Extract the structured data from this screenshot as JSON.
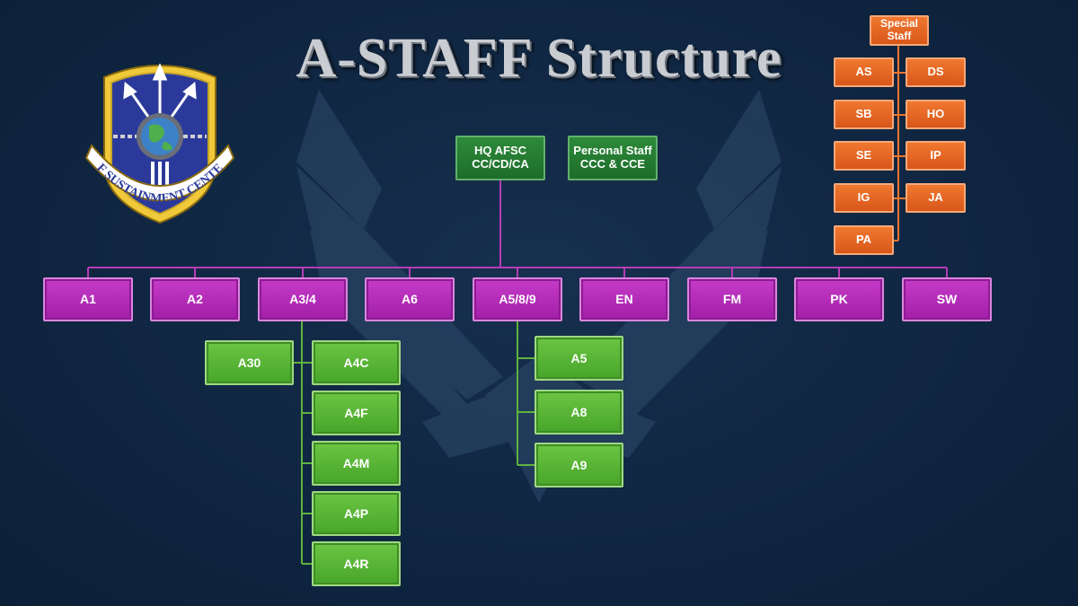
{
  "title": "A-STAFF Structure",
  "emblem": {
    "text": "AF SUSTAINMENT CENTER"
  },
  "hq": {
    "line1": "HQ AFSC",
    "line2": "CC/CD/CA"
  },
  "personal_staff": {
    "line1": "Personal Staff",
    "line2": "CCC & CCE"
  },
  "directorates": [
    "A1",
    "A2",
    "A3/4",
    "A6",
    "A5/8/9",
    "EN",
    "FM",
    "PK",
    "SW"
  ],
  "a34_children": {
    "side": "A30",
    "list": [
      "A4C",
      "A4F",
      "A4M",
      "A4P",
      "A4R"
    ]
  },
  "a589_children": [
    "A5",
    "A8",
    "A9"
  ],
  "special_staff": {
    "header_line1": "Special",
    "header_line2": "Staff",
    "left": [
      "AS",
      "SB",
      "SE",
      "IG",
      "PA"
    ],
    "right": [
      "DS",
      "HO",
      "IP",
      "JA"
    ]
  },
  "colors": {
    "background": "#0f2540",
    "directorate": "#b12cb6",
    "division": "#57b535",
    "command": "#236f2f",
    "special": "#e4632a",
    "connector_magenta": "#b63cb6",
    "connector_green": "#5fb33d",
    "connector_orange": "#f0752d"
  }
}
